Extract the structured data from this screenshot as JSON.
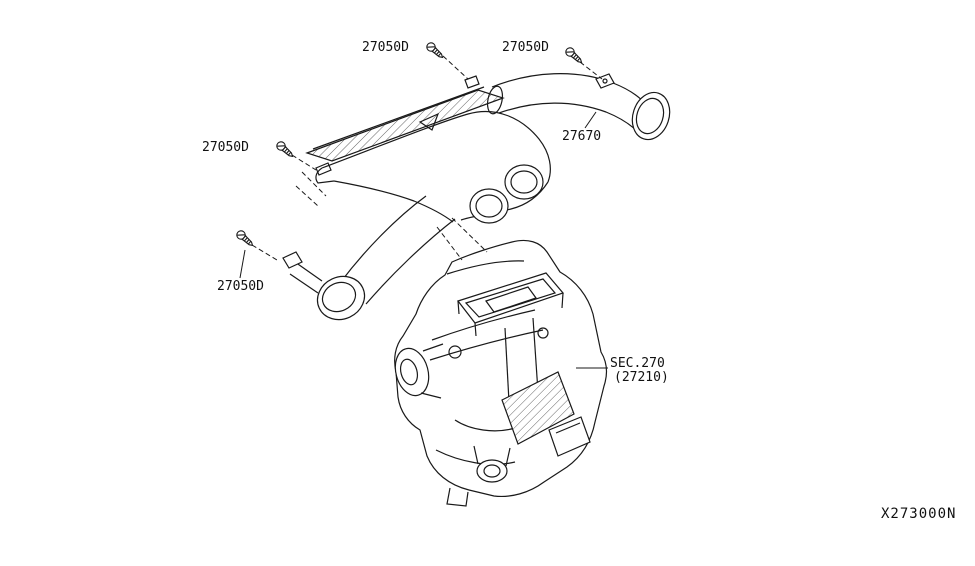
{
  "diagram": {
    "drawing_number": "X273000N",
    "labels": {
      "fastener_top_left": "27050D",
      "fastener_top_right": "27050D",
      "fastener_mid_left": "27050D",
      "fastener_lower_left": "27050D",
      "duct": "27670",
      "section": "SEC.270",
      "section_sub": "(27210)",
      "drawing_number": "X273000N"
    },
    "icons": {
      "screws": [
        "screw-icon",
        "screw-icon",
        "screw-icon",
        "screw-icon"
      ]
    },
    "colors": {
      "line": "#1a1a1a",
      "background": "#ffffff"
    }
  }
}
